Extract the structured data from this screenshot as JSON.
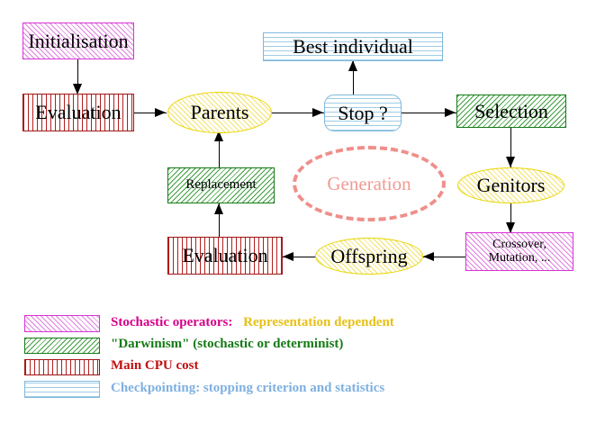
{
  "diagram": {
    "title_present": false,
    "nodes": {
      "initialisation": {
        "label": "Initialisation",
        "shape": "rect",
        "fill": "stochastic-operators",
        "color": "#d633d6"
      },
      "evaluation_top": {
        "label": "Evaluation",
        "shape": "rect",
        "fill": "main-cpu-cost",
        "color": "#a01414"
      },
      "parents": {
        "label": "Parents",
        "shape": "ellipse",
        "fill": "representation-dependent",
        "color": "#e8d500"
      },
      "stop": {
        "label": "Stop ?",
        "shape": "rounded-rect",
        "fill": "checkpointing",
        "color": "#7fb8dd"
      },
      "selection": {
        "label": "Selection",
        "shape": "rect",
        "fill": "darwinism",
        "color": "#157a15"
      },
      "best_individual": {
        "label": "Best individual",
        "shape": "rect",
        "fill": "checkpointing",
        "color": "#7fb8dd"
      },
      "genitors": {
        "label": "Genitors",
        "shape": "ellipse",
        "fill": "representation-dependent",
        "color": "#e8d500"
      },
      "crossover": {
        "label": "Crossover,\nMutation, ...",
        "shape": "rect",
        "fill": "stochastic-operators",
        "color": "#d633d6"
      },
      "offspring": {
        "label": "Offspring",
        "shape": "ellipse",
        "fill": "representation-dependent",
        "color": "#e8d500"
      },
      "evaluation_bottom": {
        "label": "Evaluation",
        "shape": "rect",
        "fill": "main-cpu-cost",
        "color": "#a01414"
      },
      "replacement": {
        "label": "Replacement",
        "shape": "rect",
        "fill": "darwinism",
        "color": "#157a15"
      },
      "generation": {
        "label": "Generation",
        "shape": "dashed-ellipse",
        "color": "#f09a93"
      }
    }
  },
  "legend": {
    "rows": [
      {
        "swatch": "magenta-diagonal-hatch",
        "text": "Stochastic operators:",
        "text_color": "#d6008a",
        "extra": "Representation dependent",
        "extra_color": "#e8c017"
      },
      {
        "swatch": "green-diagonal-hatch",
        "text": "\"Darwinism\" (stochastic or determinist)",
        "text_color": "#157a15",
        "extra": "",
        "extra_color": ""
      },
      {
        "swatch": "red-vertical-hatch",
        "text": "Main CPU cost",
        "text_color": "#c01010",
        "extra": "",
        "extra_color": ""
      },
      {
        "swatch": "blue-horizontal-hatch",
        "text": "Checkpointing: stopping criterion and statistics",
        "text_color": "#7fb0e0",
        "extra": "",
        "extra_color": ""
      }
    ]
  }
}
